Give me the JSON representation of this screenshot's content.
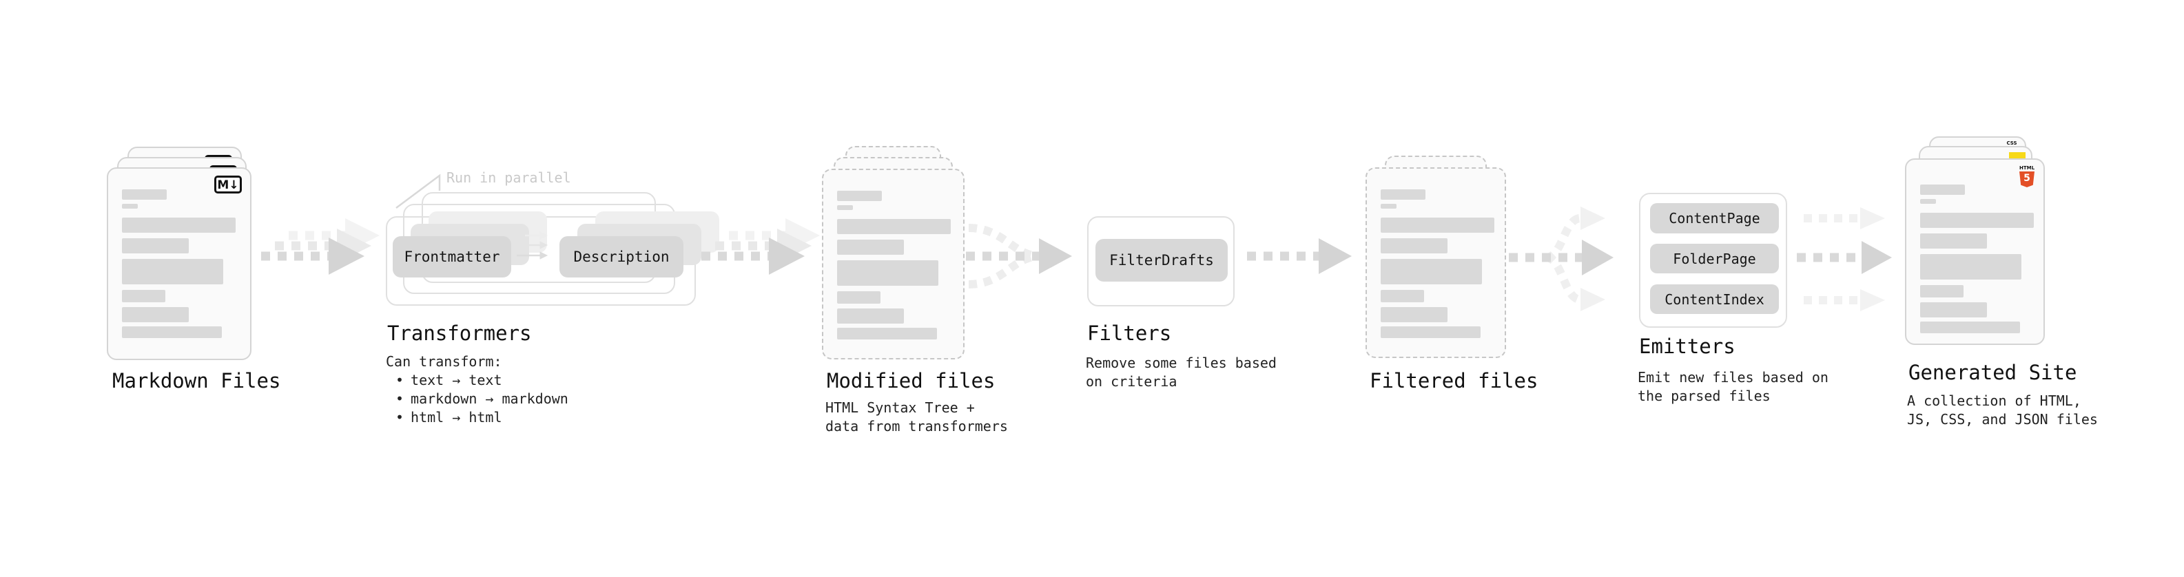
{
  "stages": {
    "markdown_files": {
      "label": "Markdown Files",
      "badge": "M↓"
    },
    "transformers": {
      "label": "Transformers",
      "annotation": "Run in parallel",
      "node_left": "Frontmatter",
      "node_right": "Description",
      "note_title": "Can transform:",
      "bullet_char": "•",
      "bullets": [
        "text → text",
        "markdown → markdown",
        "html → html"
      ]
    },
    "modified_files": {
      "label": "Modified files",
      "note_line1": "HTML Syntax Tree +",
      "note_line2": "data from transformers"
    },
    "filters": {
      "label": "Filters",
      "node": "FilterDrafts",
      "note_line1": "Remove some files based",
      "note_line2": "on criteria"
    },
    "filtered_files": {
      "label": "Filtered files"
    },
    "emitters": {
      "label": "Emitters",
      "nodes": [
        "ContentPage",
        "FolderPage",
        "ContentIndex"
      ],
      "note_line1": "Emit new files based on",
      "note_line2": "the parsed files"
    },
    "generated_site": {
      "label": "Generated Site",
      "note_line1": "A collection of HTML,",
      "note_line2": "JS, CSS, and JSON files",
      "badge_css": "CSS",
      "badge_html": "HTML",
      "badge_html5_number": "5"
    }
  },
  "colors": {
    "arrow": "#d9d9d9",
    "arrow_head": "#d4d4d4",
    "arrow_faded": "#f0f0f0",
    "node_fill": "#d8d8d8",
    "bar_fill": "#d9d9d9",
    "html5_orange": "#e34f26",
    "js_yellow": "#f7d918",
    "css_blue": "#2d6ae3",
    "annotation_gray": "#c9c9c9"
  }
}
